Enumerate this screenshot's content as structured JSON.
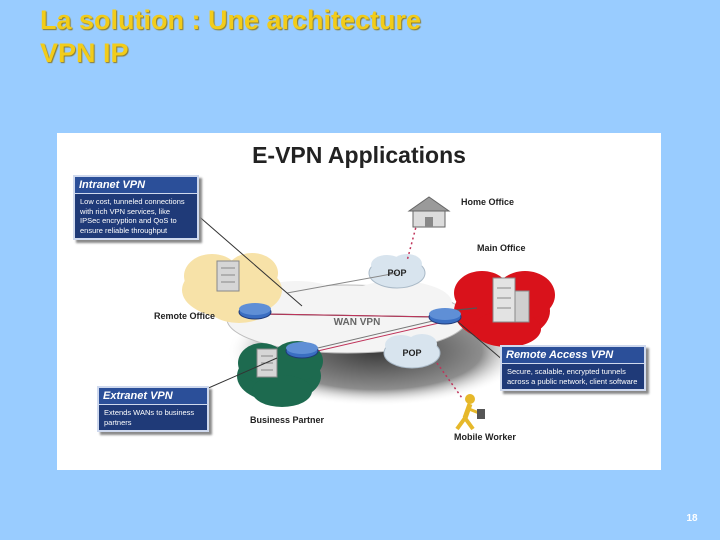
{
  "slide": {
    "title": "La solution : Une architecture VPN IP",
    "page_number": "18"
  },
  "diagram": {
    "title": "E-VPN Applications",
    "callouts": {
      "intranet": {
        "heading": "Intranet VPN",
        "text": "Low cost, tunneled connections with rich VPN services, like IPSec encryption and QoS to ensure reliable throughput"
      },
      "extranet": {
        "heading": "Extranet VPN",
        "text": "Extends WANs to business partners"
      },
      "remote_access": {
        "heading": "Remote Access VPN",
        "text": "Secure, scalable, encrypted tunnels across a public network, client software"
      }
    },
    "nodes": {
      "home_office": "Home Office",
      "main_office": "Main Office",
      "remote_office": "Remote Office",
      "business_partner": "Business Partner",
      "mobile_worker": "Mobile Worker",
      "pop_top": "POP",
      "pop_bottom": "POP",
      "wan": "WAN VPN"
    },
    "colors": {
      "callout_bg": "#1f3a78",
      "remote_cloud": "#f7e2a8",
      "main_cloud": "#d9121b",
      "partner_cloud": "#1d6a4f",
      "pop_cloud": "#d8e4ee",
      "router": "#3a6ec2"
    }
  }
}
